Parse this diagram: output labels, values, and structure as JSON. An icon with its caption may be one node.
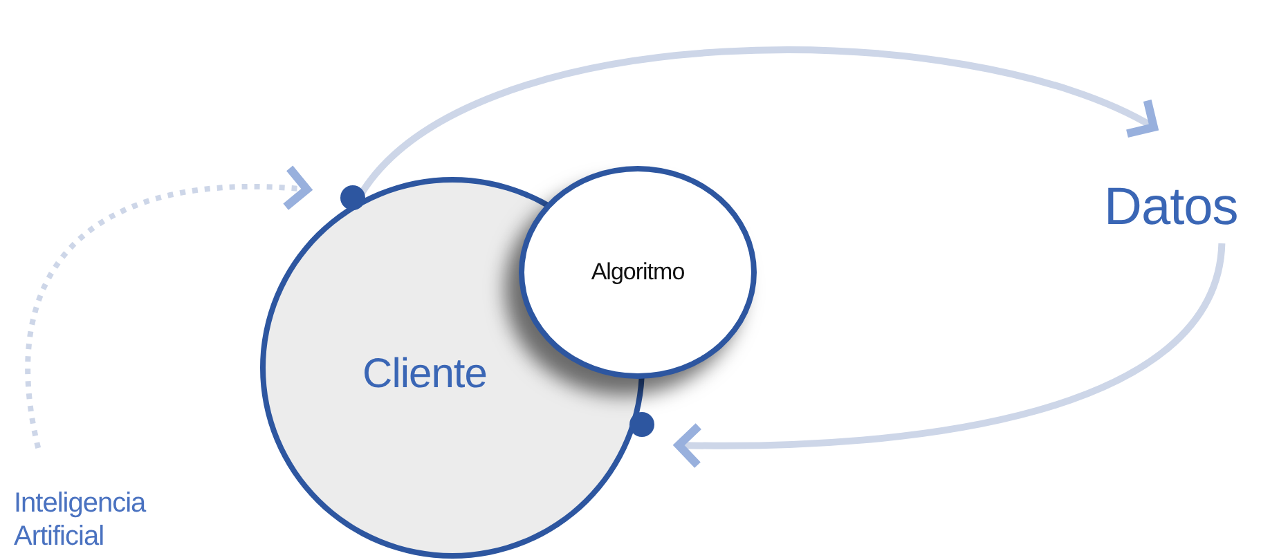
{
  "diagram": {
    "nodes": [
      {
        "text": [
          "Cliente"
        ]
      },
      {
        "text": [
          "Algoritmo"
        ]
      },
      {
        "text": [
          "Datos"
        ]
      },
      {
        "text": [
          "Inteligencia Artificial"
        ]
      }
    ],
    "edges": [
      {
        "from": 0,
        "to": 2,
        "arrow": "to"
      },
      {
        "from": 2,
        "to": 0,
        "arrow": "to"
      },
      {
        "from": 3,
        "to": 0,
        "arrow": "to",
        "style": "dashed"
      }
    ]
  }
}
